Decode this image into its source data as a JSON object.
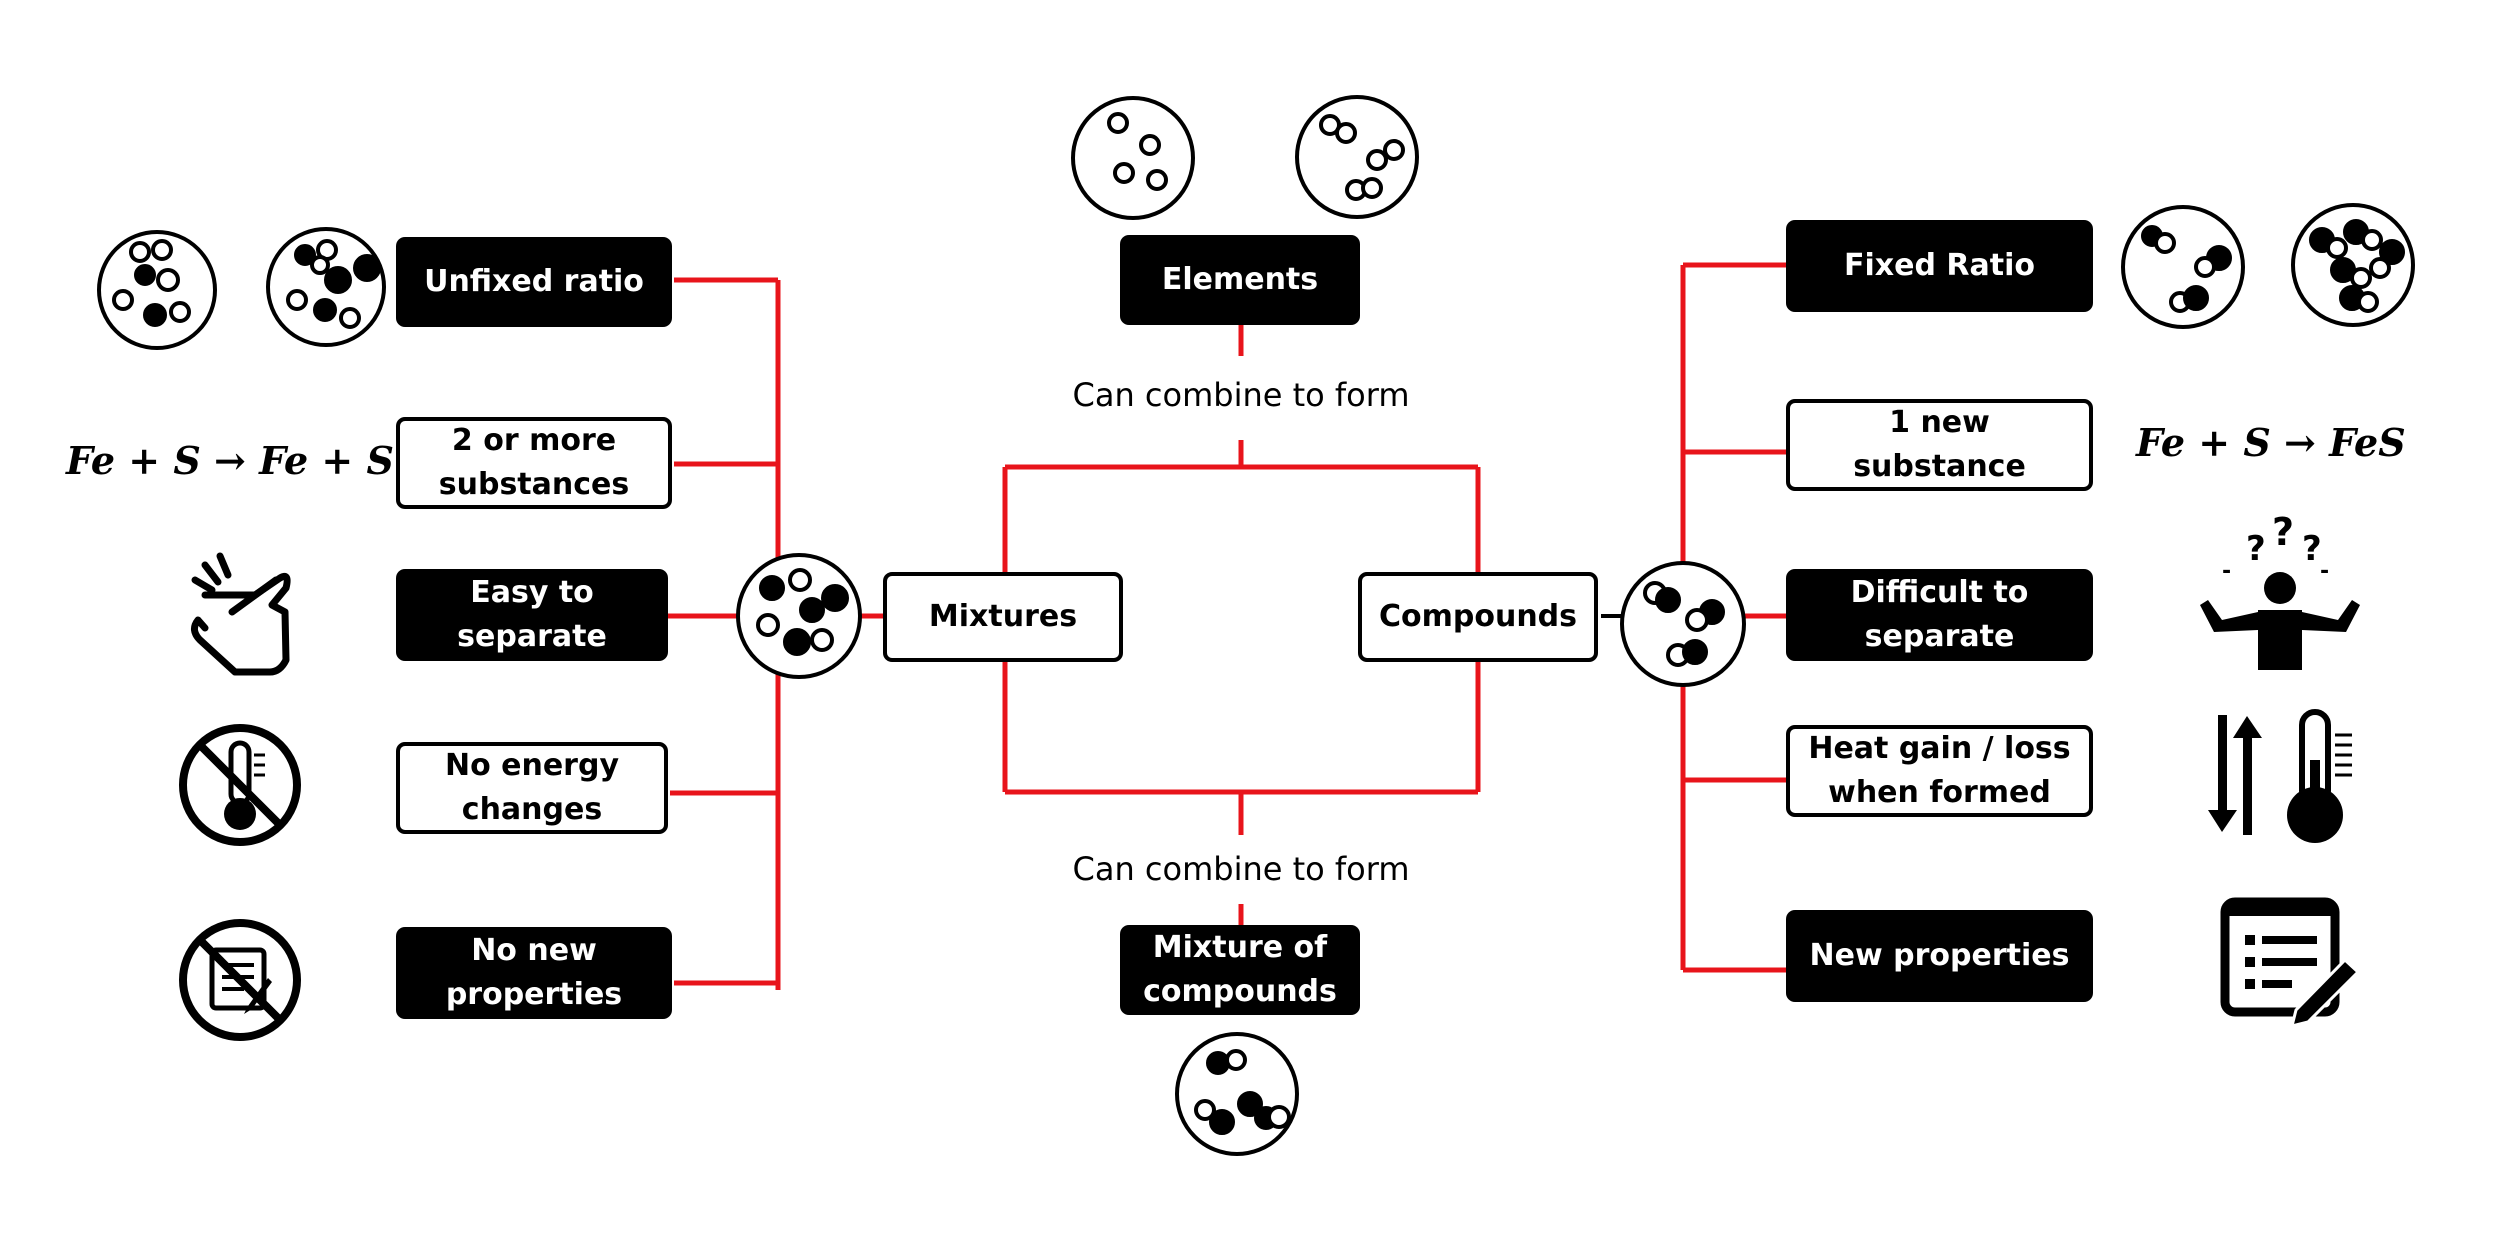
{
  "center": {
    "elements": "Elements",
    "mixtures": "Mixtures",
    "compounds": "Compounds",
    "mixture_of_compounds": "Mixture of compounds",
    "combine_top": "Can combine to form",
    "combine_bottom": "Can combine to form"
  },
  "mixture_properties": [
    {
      "label": "Unfixed ratio",
      "style": "dark"
    },
    {
      "label": "2 or more substances",
      "style": "light"
    },
    {
      "label": "Easy to separate",
      "style": "dark"
    },
    {
      "label": "No energy changes",
      "style": "light"
    },
    {
      "label": "No new properties",
      "style": "dark"
    }
  ],
  "compound_properties": [
    {
      "label": "Fixed Ratio",
      "style": "dark"
    },
    {
      "label": "1 new substance",
      "style": "light"
    },
    {
      "label": "Difficult to separate",
      "style": "dark"
    },
    {
      "label": "Heat gain / loss when formed",
      "style": "light"
    },
    {
      "label": "New properties",
      "style": "dark"
    }
  ],
  "equations": {
    "mixture": "Fe + S  → Fe + S",
    "compound": "Fe + S  → FeS"
  },
  "icons": [
    "particle-circle-icon",
    "pointing-hand-icon",
    "no-temperature-icon",
    "no-edit-icon",
    "confused-person-icon",
    "up-down-arrows-icon",
    "thermometer-icon",
    "checklist-edit-icon"
  ],
  "colors": {
    "connector": "#e8141b",
    "box_dark": "#000000",
    "box_light_border": "#000000"
  }
}
